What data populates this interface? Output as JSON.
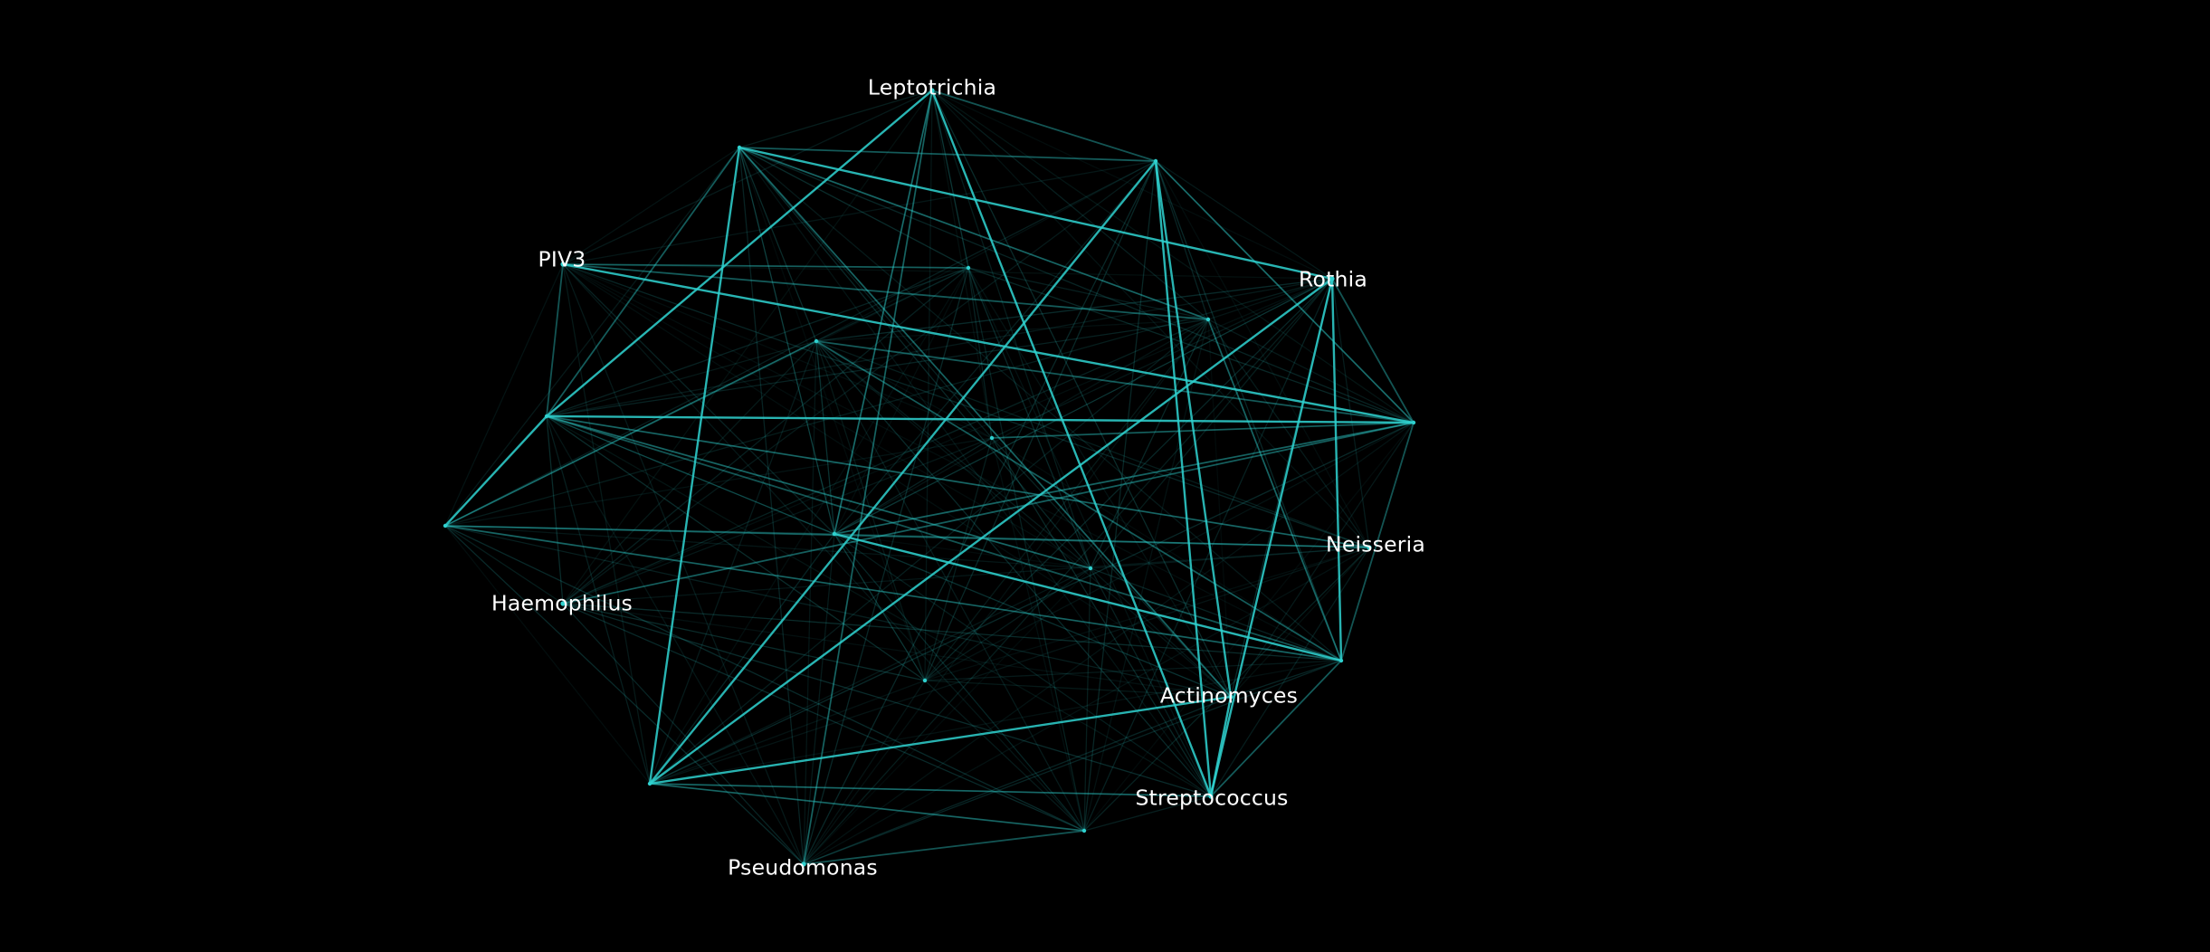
{
  "figure": {
    "background": "#000000",
    "edge_color": "#2fd1cf",
    "label_color": "#ffffff"
  },
  "nodes": [
    {
      "id": "leptotrichia",
      "label": "Leptotrichia"
    },
    {
      "id": "n_tl",
      "label": ""
    },
    {
      "id": "n_tr",
      "label": ""
    },
    {
      "id": "piv3",
      "label": "PIV3"
    },
    {
      "id": "rothia",
      "label": "Rothia"
    },
    {
      "id": "n_mr",
      "label": ""
    },
    {
      "id": "n_r",
      "label": ""
    },
    {
      "id": "n_l",
      "label": ""
    },
    {
      "id": "n_fl",
      "label": ""
    },
    {
      "id": "neisseria",
      "label": "Neisseria"
    },
    {
      "id": "haemophilus",
      "label": "Haemophilus"
    },
    {
      "id": "n_c",
      "label": ""
    },
    {
      "id": "n_c2",
      "label": ""
    },
    {
      "id": "n_br",
      "label": ""
    },
    {
      "id": "actinomyces",
      "label": "Actinomyces"
    },
    {
      "id": "n_bl",
      "label": ""
    },
    {
      "id": "streptococcus",
      "label": "Streptococcus"
    },
    {
      "id": "pseudomonas",
      "label": "Pseudomonas"
    },
    {
      "id": "n_bc",
      "label": ""
    },
    {
      "id": "n_m1",
      "label": ""
    },
    {
      "id": "n_m2",
      "label": ""
    },
    {
      "id": "n_m3",
      "label": ""
    },
    {
      "id": "n_m4",
      "label": ""
    },
    {
      "id": "n_m5",
      "label": ""
    }
  ],
  "strong_edges": [
    [
      "n_tl",
      "rothia"
    ],
    [
      "n_bl",
      "n_tr"
    ],
    [
      "n_bl",
      "rothia"
    ],
    [
      "n_bl",
      "actinomyces"
    ],
    [
      "leptotrichia",
      "n_l"
    ],
    [
      "n_tl",
      "n_bl"
    ],
    [
      "n_tr",
      "streptococcus"
    ],
    [
      "n_tr",
      "actinomyces"
    ],
    [
      "rothia",
      "streptococcus"
    ],
    [
      "rothia",
      "n_br"
    ],
    [
      "leptotrichia",
      "streptococcus"
    ],
    [
      "n_l",
      "n_r"
    ],
    [
      "n_m1",
      "n_br"
    ],
    [
      "piv3",
      "n_r"
    ],
    [
      "n_l",
      "n_fl"
    ],
    [
      "actinomyces",
      "streptococcus"
    ]
  ]
}
